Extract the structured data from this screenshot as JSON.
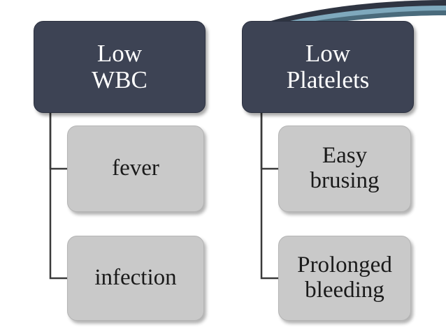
{
  "slide": {
    "background_color": "#ffffff",
    "decoration": {
      "name": "corner-swoosh",
      "colors": [
        "#2f3542",
        "#7fa9bd",
        "#4a6b7c"
      ]
    }
  },
  "diagram": {
    "type": "hierarchy",
    "branches": [
      {
        "id": "low-wbc",
        "parent": {
          "label": "Low\nWBC",
          "line1": "Low",
          "line2": "WBC",
          "fill": "#3d4354",
          "text_color": "#ffffff"
        },
        "children": [
          {
            "id": "fever",
            "label": "fever",
            "line1": "fever",
            "line2": "",
            "fill": "#c9c9c9",
            "text_color": "#1a1a1a"
          },
          {
            "id": "infection",
            "label": "infection",
            "line1": "infection",
            "line2": "",
            "fill": "#c9c9c9",
            "text_color": "#1a1a1a"
          }
        ]
      },
      {
        "id": "low-platelets",
        "parent": {
          "label": "Low\nPlatelets",
          "line1": "Low",
          "line2": "Platelets",
          "fill": "#3d4354",
          "text_color": "#ffffff"
        },
        "children": [
          {
            "id": "easy-brusing",
            "label": "Easy brusing",
            "line1": "Easy",
            "line2": "brusing",
            "fill": "#c9c9c9",
            "text_color": "#1a1a1a"
          },
          {
            "id": "prolonged-bleeding",
            "label": "Prolonged bleeding",
            "line1": "Prolonged",
            "line2": "bleeding",
            "fill": "#c9c9c9",
            "text_color": "#1a1a1a"
          }
        ]
      }
    ],
    "connector_color": "#3a3a3a"
  }
}
